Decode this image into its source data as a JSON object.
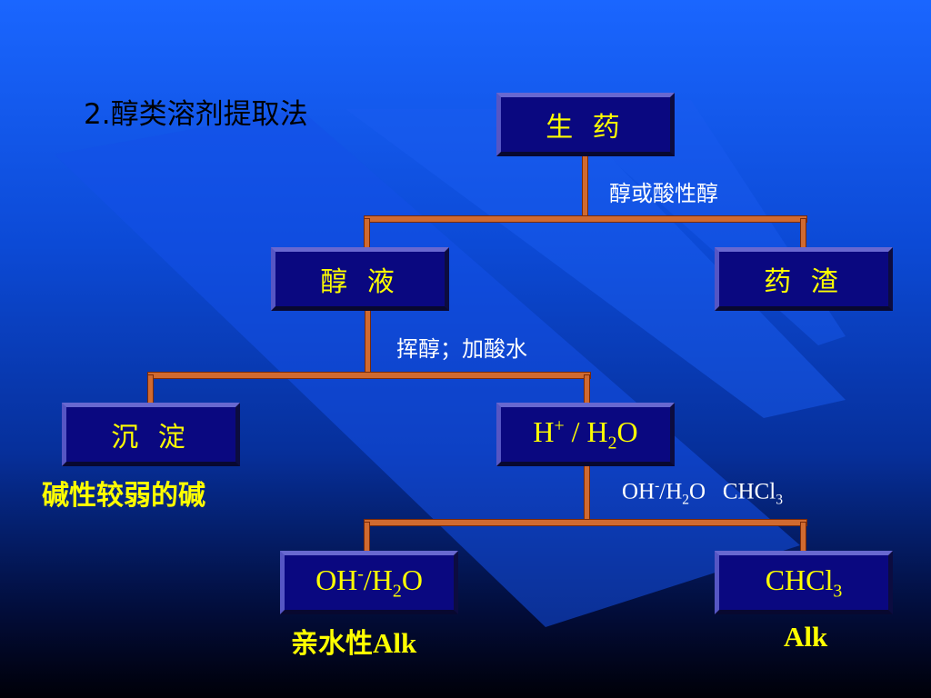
{
  "title": "2.醇类溶剂提取法",
  "nodes": {
    "root": "生 药",
    "alcohol_liquid": "醇 液",
    "residue": "药 渣",
    "precipitate": "沉 淀",
    "acid_water": {
      "a": "H",
      "a_sup": "+",
      "b": " / H",
      "b_sub": "2",
      "c": "O"
    },
    "hydrophilic": {
      "a": "OH",
      "a_sup": "-",
      "b": "/H",
      "b_sub": "2",
      "c": "O"
    },
    "chcl3": {
      "a": "CHCl",
      "a_sub": "3"
    }
  },
  "edge_labels": {
    "step1": "醇或酸性醇",
    "step2": "挥醇；加酸水",
    "step3": {
      "a": "OH",
      "a_sup": "-",
      "b": "/H",
      "b_sub": "2",
      "c": "O   CHCl",
      "c_sub": "3"
    }
  },
  "results": {
    "weak_base": "碱性较弱的碱",
    "hydrophilic_alk_cn": "亲水性",
    "hydrophilic_alk_en": "Alk",
    "alk": "Alk"
  }
}
